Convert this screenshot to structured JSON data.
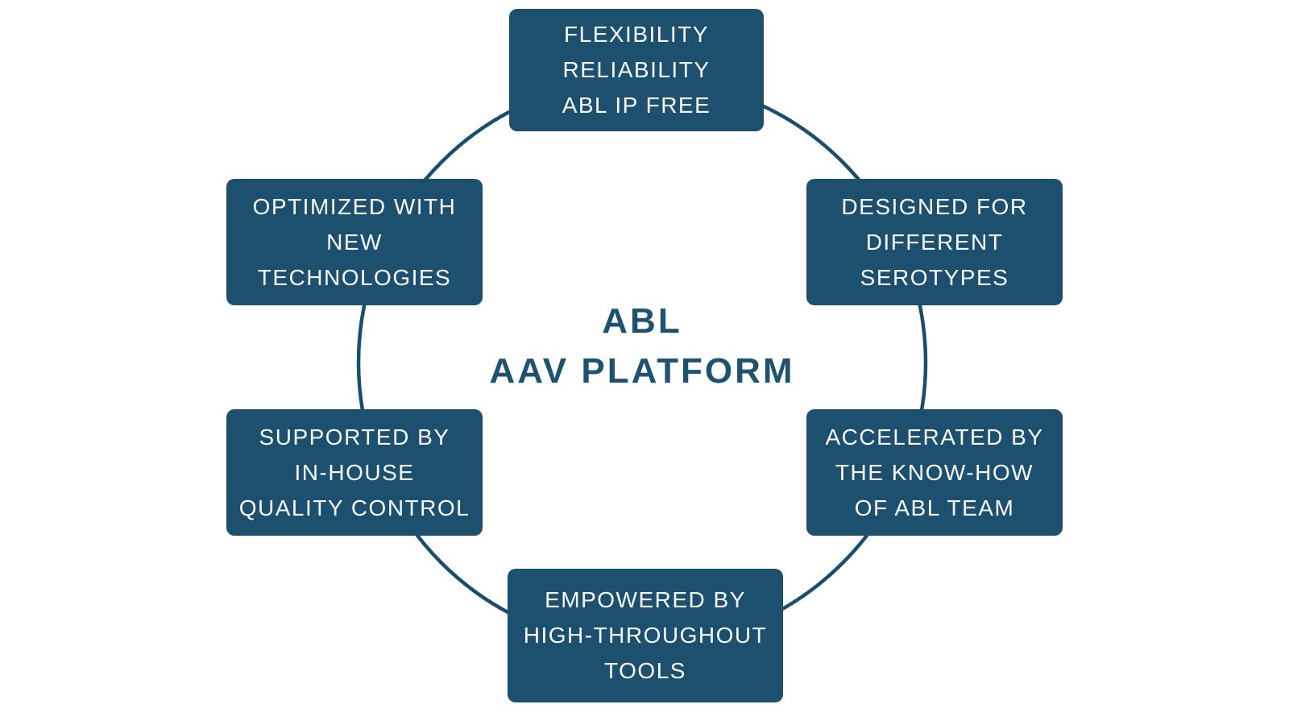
{
  "title": {
    "text": "ABL\nAAV PLATFORM"
  },
  "nodes": [
    {
      "id": "top",
      "text": "FLEXIBILITY\nRELIABILITY\nABL IP FREE"
    },
    {
      "id": "top-right",
      "text": "DESIGNED FOR\nDIFFERENT\nSEROTYPES"
    },
    {
      "id": "bottom-right",
      "text": "ACCELERATED BY\nTHE KNOW-HOW\nOF ABL TEAM"
    },
    {
      "id": "bottom",
      "text": "EMPOWERED BY\nHIGH-THROUGHOUT\nTOOLS"
    },
    {
      "id": "bottom-left",
      "text": "SUPPORTED BY\nIN-HOUSE\nQUALITY CONTROL"
    },
    {
      "id": "top-left",
      "text": "OPTIMIZED WITH\nNEW\nTECHNOLOGIES"
    }
  ],
  "colors": {
    "node_fill": "#1d4f6e",
    "circle_stroke": "#1a4e6d",
    "title_text": "#1d5270",
    "node_text": "#f7fafc",
    "background": "#ffffff"
  }
}
